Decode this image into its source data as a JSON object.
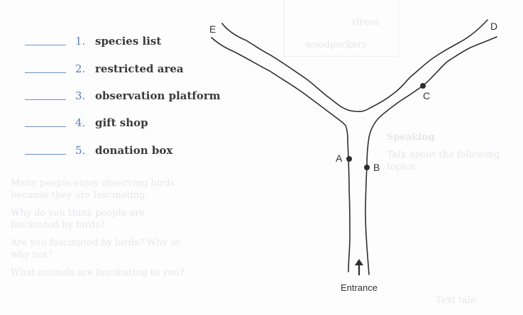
{
  "items": [
    {
      "number": "1.",
      "label": "species list"
    },
    {
      "number": "2.",
      "label": "restricted area"
    },
    {
      "number": "3.",
      "label": "observation platform"
    },
    {
      "number": "4.",
      "label": "gift shop"
    },
    {
      "number": "5.",
      "label": "donation box"
    }
  ],
  "map": {
    "labels": {
      "a": "A",
      "b": "B",
      "c": "C",
      "d": "D",
      "e": "E"
    },
    "entrance": "Entrance"
  },
  "show_through": {
    "row1": "vireos",
    "row2": "woodpeckers",
    "heading": "Speaking",
    "instruction": "Talk about the following topics",
    "q1a": "Many people enjoy observing birds because they are fascinating.",
    "q1b": "Why do you think people are fascinated by birds?",
    "q2": "Are you fascinated by birds? Why or why not?",
    "q3": "What animals are fascinating to you?",
    "footer": "Text tale"
  },
  "colors": {
    "number": "#5a7fb8",
    "blank": "#6d8fc4",
    "text": "#3a3a3a"
  }
}
